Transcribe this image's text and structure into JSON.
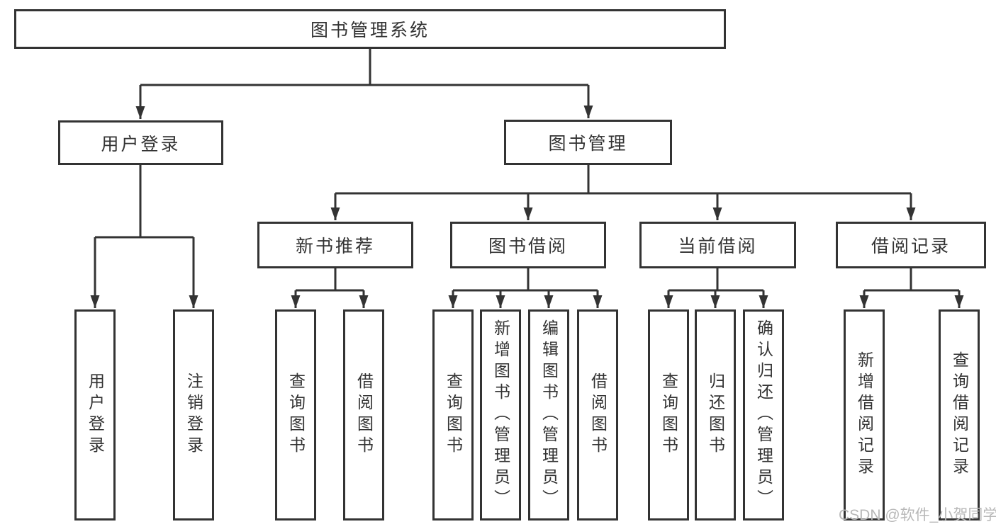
{
  "tree": {
    "root_label": "图书管理系统",
    "login": {
      "label": "用户登录",
      "children": [
        "用户登录",
        "注销登录"
      ]
    },
    "management": {
      "label": "图书管理",
      "sections": [
        {
          "label": "新书推荐",
          "children": [
            "查询图书",
            "借阅图书"
          ]
        },
        {
          "label": "图书借阅",
          "children": [
            "查询图书",
            "新增图书（管理员）",
            "编辑图书（管理员）",
            "借阅图书"
          ]
        },
        {
          "label": "当前借阅",
          "children": [
            "查询图书",
            "归还图书",
            "确认归还（管理员）"
          ]
        },
        {
          "label": "借阅记录",
          "children": [
            "新增借阅记录",
            "查询借阅记录"
          ]
        }
      ]
    }
  },
  "watermark": "CSDN @软件_小贺同学",
  "colors": {
    "line": "#333333",
    "text": "#333333",
    "background": "#ffffff",
    "watermark": "#b8b8b8"
  }
}
